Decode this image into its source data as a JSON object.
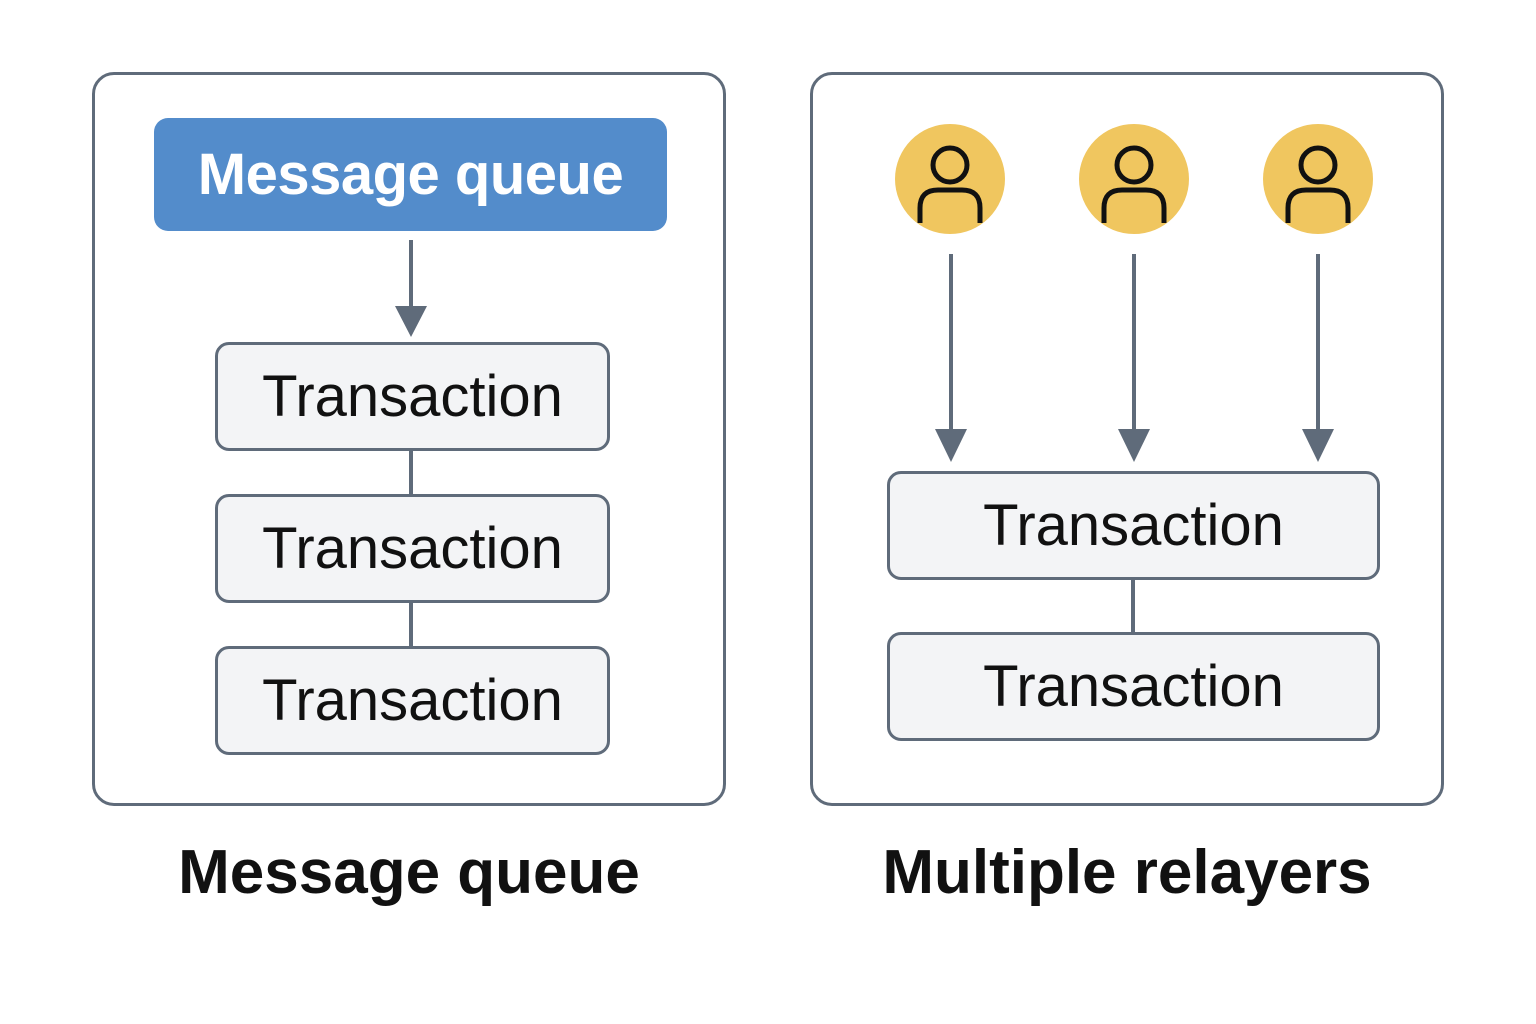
{
  "left_panel": {
    "queue_label": "Message queue",
    "transactions": [
      "Transaction",
      "Transaction",
      "Transaction"
    ],
    "caption": "Message queue"
  },
  "right_panel": {
    "relayers": [
      {
        "icon": "user-icon"
      },
      {
        "icon": "user-icon"
      },
      {
        "icon": "user-icon"
      }
    ],
    "transactions": [
      "Transaction",
      "Transaction"
    ],
    "caption": "Multiple relayers"
  },
  "colors": {
    "queue_fill": "#538ccb",
    "relayer_fill": "#f0c65f",
    "stroke": "#5f6b7a",
    "transaction_fill": "#f3f4f6"
  }
}
